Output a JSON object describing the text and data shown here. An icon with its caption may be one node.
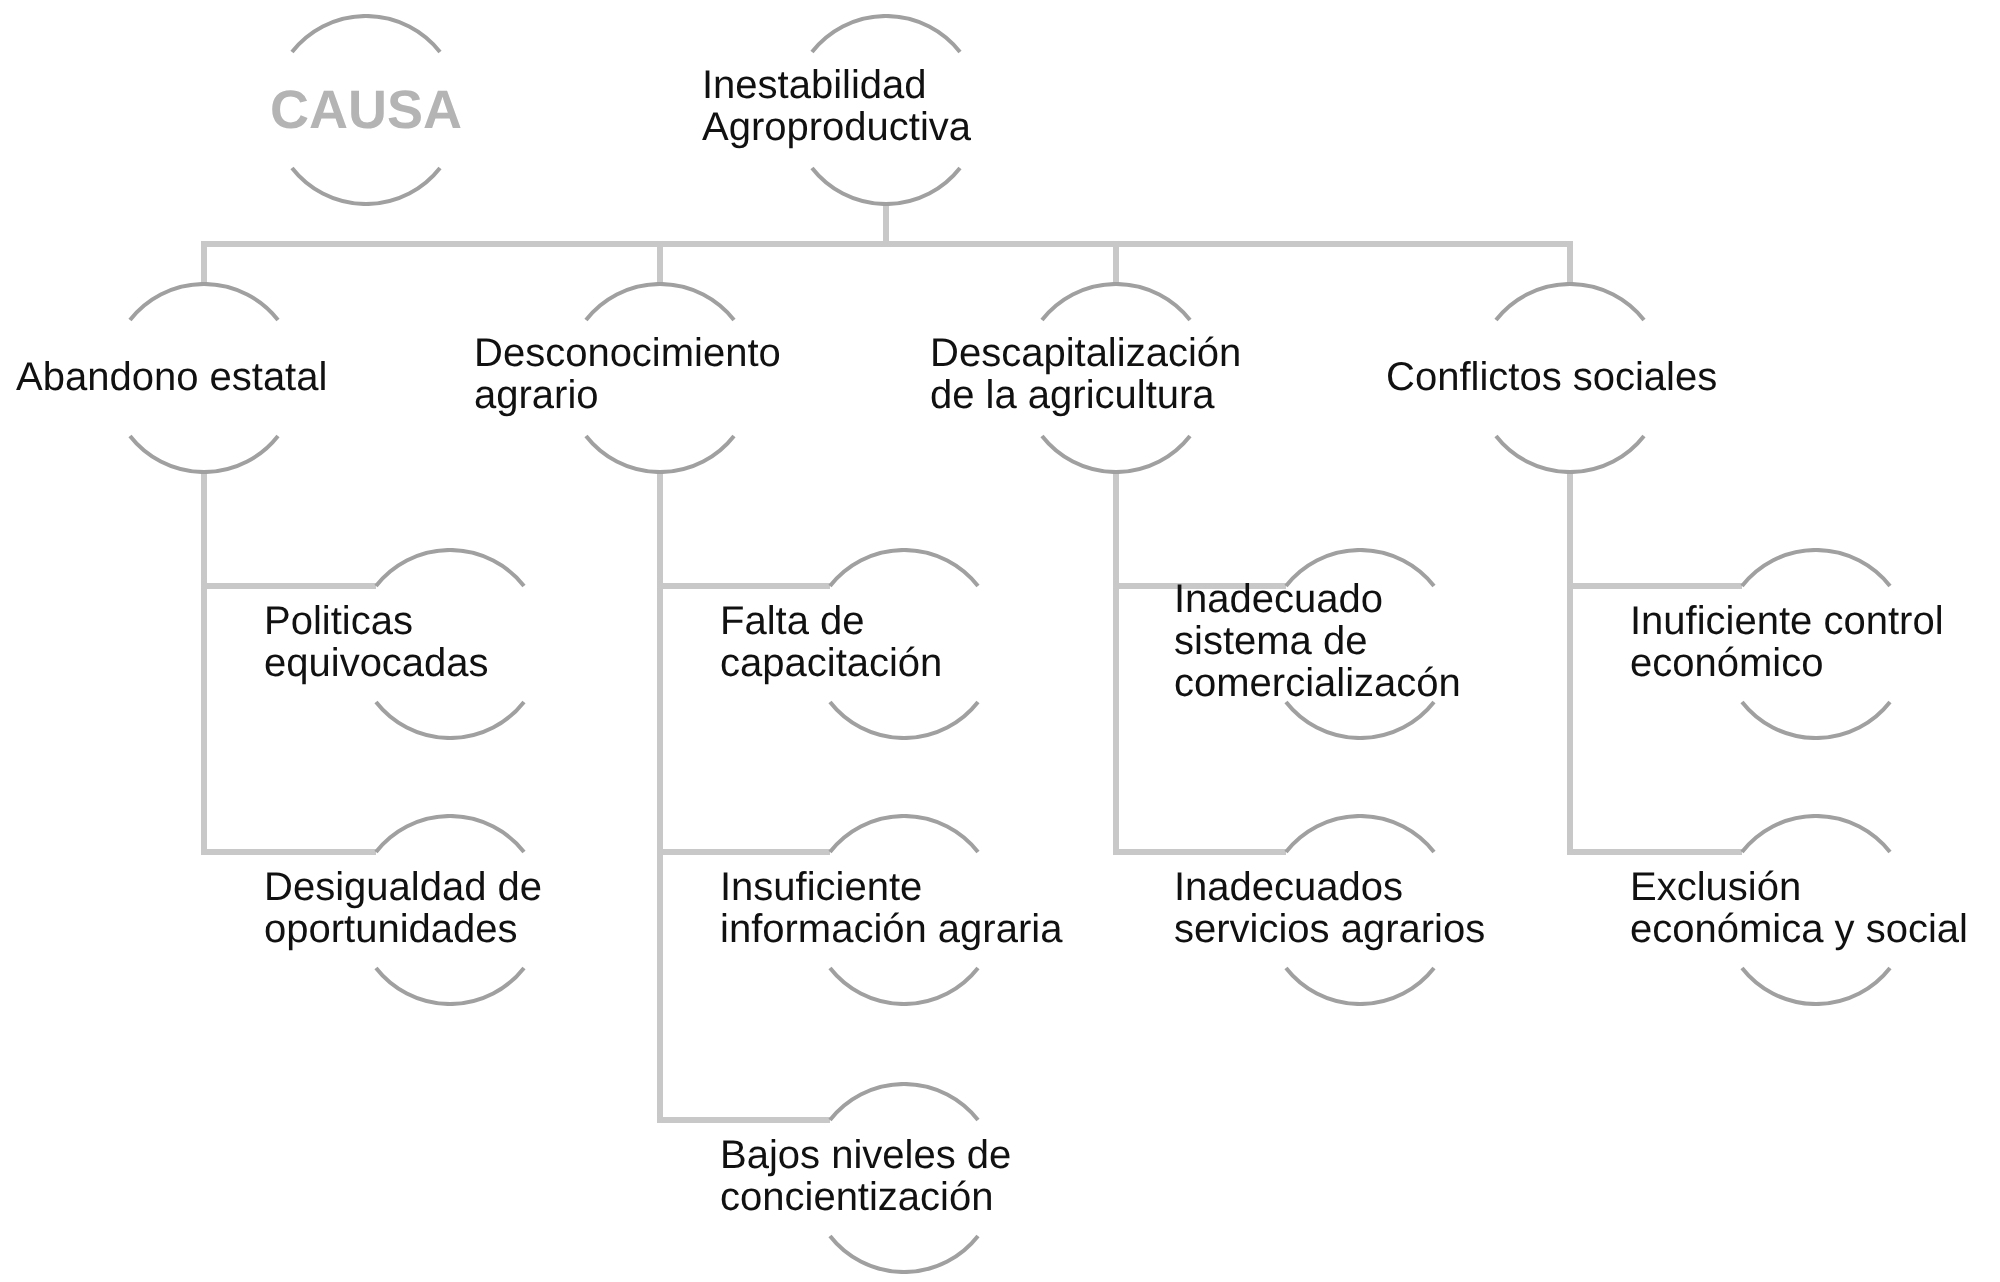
{
  "diagram": {
    "nodes": [
      {
        "text": [
          "CAUSA"
        ]
      },
      {
        "text": [
          "Inestabilidad Agroproductiva"
        ]
      },
      {
        "text": [
          "Abandono estatal"
        ]
      },
      {
        "text": [
          "Desconocimiento agrario"
        ]
      },
      {
        "text": [
          "Descapitalización de la agricultura"
        ]
      },
      {
        "text": [
          "Conflictos sociales"
        ]
      },
      {
        "text": [
          "Politicas equivocadas"
        ]
      },
      {
        "text": [
          "Desigualdad de oportunidades"
        ]
      },
      {
        "text": [
          "Falta de capacitación"
        ]
      },
      {
        "text": [
          "Insuficiente información agraria"
        ]
      },
      {
        "text": [
          "Bajos niveles de concientización"
        ]
      },
      {
        "text": [
          "Inadecuado sistema de comercializacón"
        ]
      },
      {
        "text": [
          "Inadecuados servicios agrarios"
        ]
      },
      {
        "text": [
          "Inuficiente control económico"
        ]
      },
      {
        "text": [
          "Exclusión económica y social"
        ]
      }
    ],
    "edges": [
      {
        "from": 1,
        "to": 2,
        "arrow": "none"
      },
      {
        "from": 1,
        "to": 3,
        "arrow": "none"
      },
      {
        "from": 1,
        "to": 4,
        "arrow": "none"
      },
      {
        "from": 1,
        "to": 5,
        "arrow": "none"
      },
      {
        "from": 2,
        "to": 6,
        "arrow": "none"
      },
      {
        "from": 2,
        "to": 7,
        "arrow": "none"
      },
      {
        "from": 3,
        "to": 8,
        "arrow": "none"
      },
      {
        "from": 3,
        "to": 9,
        "arrow": "none"
      },
      {
        "from": 3,
        "to": 10,
        "arrow": "none"
      },
      {
        "from": 4,
        "to": 11,
        "arrow": "none"
      },
      {
        "from": 4,
        "to": 12,
        "arrow": "none"
      },
      {
        "from": 5,
        "to": 13,
        "arrow": "none"
      },
      {
        "from": 5,
        "to": 14,
        "arrow": "none"
      }
    ]
  }
}
